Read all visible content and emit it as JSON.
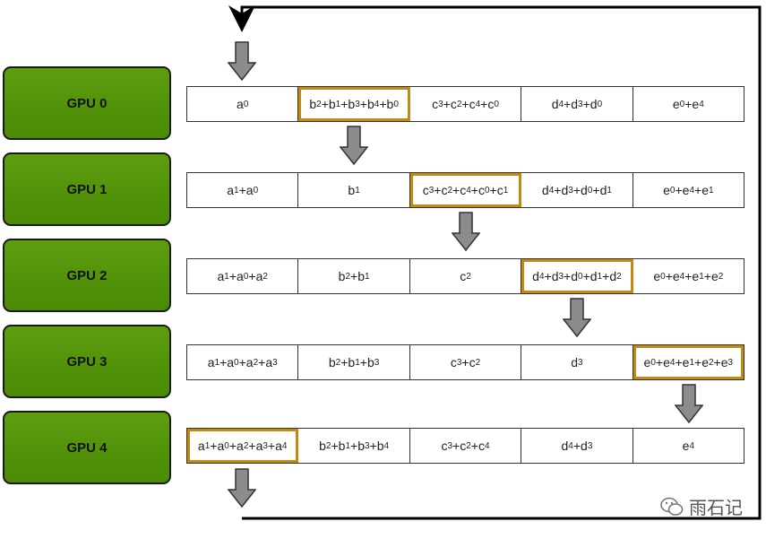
{
  "gpus": [
    "GPU 0",
    "GPU 1",
    "GPU 2",
    "GPU 3",
    "GPU 4"
  ],
  "rows": [
    {
      "cells": [
        "a_0",
        "b_2+b_1+b_3+b_4+b_0",
        "c_3+c_2+c_4+c_0",
        "d_4+d_3+d_0",
        "e_0+e_4"
      ],
      "highlight": 1
    },
    {
      "cells": [
        "a_1+a_0",
        "b_1",
        "c_3+c_2+c_4+c_0+c_1",
        "d_4+d_3+d_0+d_1",
        "e_0+e_4+e_1"
      ],
      "highlight": 2
    },
    {
      "cells": [
        "a_1+a_0+a_2",
        "b_2+b_1",
        "c_2",
        "d_4+d_3+d_0+d_1+d_2",
        "e_0+e_4+e_1+e_2"
      ],
      "highlight": 3
    },
    {
      "cells": [
        "a_1+a_0+a_2+a_3",
        "b_2+b_1+b_3",
        "c_3+c_2",
        "d_3",
        "e_0+e_4+e_1+e_2+e_3"
      ],
      "highlight": 4
    },
    {
      "cells": [
        "a_1+a_0+a_2+a_3+a_4",
        "b_2+b_1+b_3+b_4",
        "c_3+c_2+c_4",
        "d_4+d_3",
        "e_4"
      ],
      "highlight": 0
    }
  ],
  "watermark": "雨石记",
  "colors": {
    "gpu_fill": "#4f8f08",
    "highlight_border": "#c28a0e",
    "arrow_fill": "#8c8c8c"
  }
}
